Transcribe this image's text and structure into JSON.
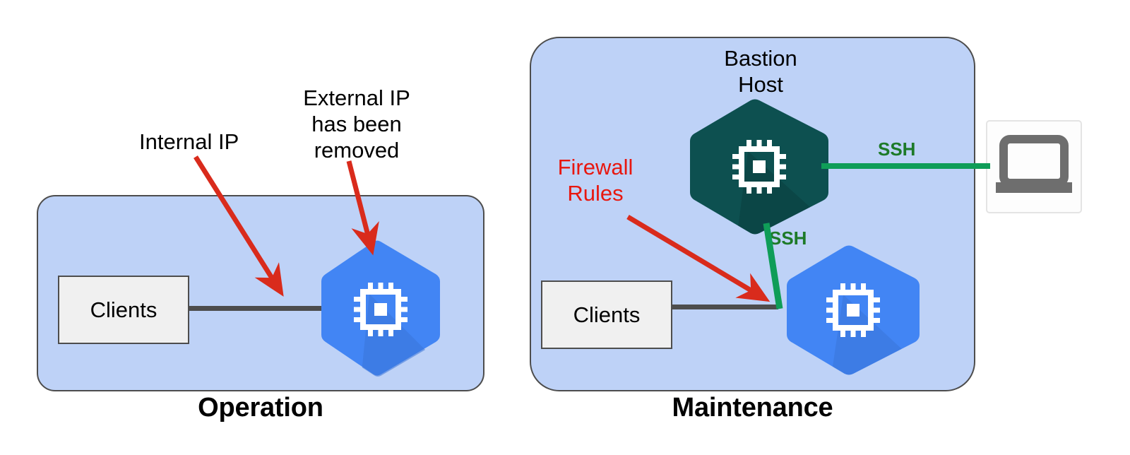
{
  "diagram": {
    "title_left": "Operation",
    "title_right": "Maintenance",
    "colors": {
      "panel_fill": "#bed2f7",
      "panel_stroke": "#4d4d4d",
      "box_fill": "#f0f0f0",
      "gce_blue": "#4285f4",
      "gce_blue_shadow": "#3a74d8",
      "bastion_teal": "#0d5050",
      "bastion_teal_shadow": "#0a4242",
      "annotation_red": "#e8170f",
      "ssh_green_line": "#0f9d58",
      "ssh_green_text": "#1d7a28",
      "connector_gray": "#4d4d4d",
      "laptop_gray": "#6e6e6e"
    }
  },
  "panels": {
    "operation": {
      "caption": "Operation",
      "clients_label": "Clients",
      "annotations": [
        {
          "id": "internal-ip",
          "text": "Internal IP",
          "color": "#000000"
        },
        {
          "id": "external-ip",
          "text": "External IP\nhas been\nremoved",
          "color": "#000000"
        }
      ],
      "nodes": [
        {
          "id": "clients",
          "label": "Clients",
          "icon": "rectangle-box"
        },
        {
          "id": "compute-instance",
          "label": "",
          "icon": "gce-compute-hexagon-blue"
        }
      ],
      "connectors": [
        {
          "id": "clients-to-instance",
          "style": "solid-gray",
          "label": ""
        }
      ]
    },
    "maintenance": {
      "caption": "Maintenance",
      "clients_label": "Clients",
      "bastion_label": "Bastion\nHost",
      "annotations": [
        {
          "id": "firewall-rules",
          "text": "Firewall\nRules",
          "color": "#e8170f"
        }
      ],
      "nodes": [
        {
          "id": "clients",
          "label": "Clients",
          "icon": "rectangle-box"
        },
        {
          "id": "bastion-host",
          "label": "Bastion Host",
          "icon": "gce-compute-hexagon-teal"
        },
        {
          "id": "compute-instance",
          "label": "",
          "icon": "gce-compute-hexagon-blue"
        },
        {
          "id": "admin-laptop",
          "label": "",
          "icon": "laptop-icon"
        }
      ],
      "connectors": [
        {
          "id": "clients-to-instance",
          "style": "solid-gray",
          "label": ""
        },
        {
          "id": "bastion-to-laptop",
          "style": "solid-green",
          "label": "SSH"
        },
        {
          "id": "bastion-to-instance",
          "style": "solid-green",
          "label": "SSH"
        }
      ]
    }
  },
  "labels": {
    "internal_ip": "Internal IP",
    "external_ip": "External IP\nhas been\nremoved",
    "firewall_rules": "Firewall\nRules",
    "bastion_host": "Bastion\nHost",
    "ssh_top": "SSH",
    "ssh_bottom": "SSH",
    "clients_left": "Clients",
    "clients_right": "Clients"
  }
}
